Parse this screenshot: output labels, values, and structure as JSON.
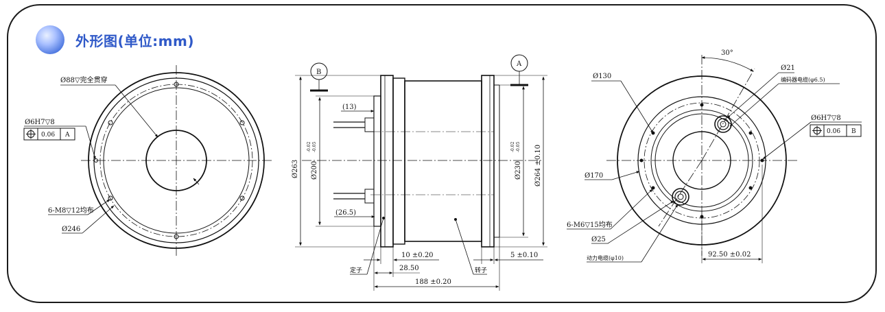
{
  "header": {
    "title": "外形图(单位:mm)"
  },
  "left_view": {
    "thru_hole": "Ø88▽完全贯穿",
    "pin_hole": "Ø6H7▽8",
    "tolerance_value": "0.06",
    "datum": "A",
    "threaded_holes": "6-M8▽12均布",
    "bolt_circle": "Ø246"
  },
  "side_view": {
    "datum_b": "B",
    "datum_a": "A",
    "cable_dim": "(13)",
    "stator_offset": "(26.5)",
    "outer_dia": "Ø263",
    "stator_dia": "Ø200",
    "stator_tol_upper": "-0.02",
    "stator_tol_lower": "-0.05",
    "rotor_dia": "Ø230",
    "rotor_tol_upper": "-0.02",
    "rotor_tol_lower": "-0.05",
    "flange_dia": "Ø264 ±0.10",
    "flange_width": "10 ±0.20",
    "end_width": "5 ±0.10",
    "stator_length": "28.50",
    "total_length": "188 ±0.20",
    "stator_label": "定子",
    "rotor_label": "转子"
  },
  "right_view": {
    "angle": "30°",
    "dia_130": "Ø130",
    "dia_21": "Ø21",
    "encoder_cable": "编码器电缆(φ6.5)",
    "pin_hole": "Ø6H7▽8",
    "tolerance_value": "0.06",
    "datum": "B",
    "dia_170": "Ø170",
    "threaded_holes": "6-M6▽15均布",
    "dia_25": "Ø25",
    "power_cable": "动力电缆(φ10)",
    "offset": "92.50 ±0.02"
  },
  "colors": {
    "title": "#2f59c8",
    "line": "#111111",
    "frame": "#1a1a1a"
  }
}
